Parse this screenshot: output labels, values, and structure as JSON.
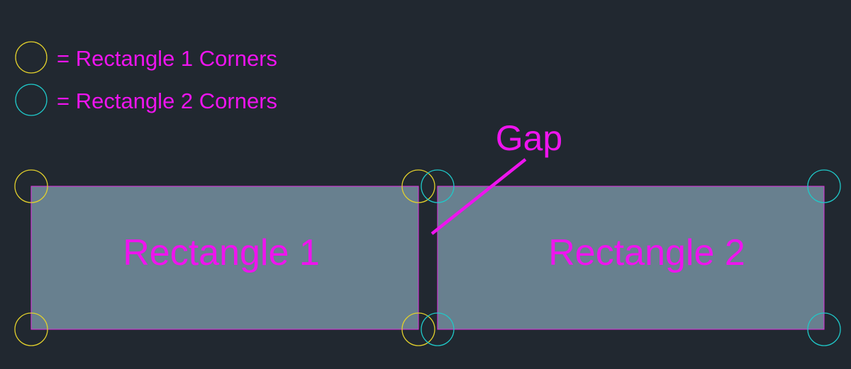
{
  "legend": {
    "items": [
      {
        "label": "= Rectangle 1 Corners",
        "color": "#e2d02c"
      },
      {
        "label": "= Rectangle 2 Corners",
        "color": "#1fc9c9"
      }
    ]
  },
  "shapes": {
    "rect1": {
      "label": "Rectangle 1"
    },
    "rect2": {
      "label": "Rectangle 2"
    },
    "fill_color": "#68808f",
    "outline_color": "#e030e0"
  },
  "annotation": {
    "gap_label": "Gap"
  },
  "colors": {
    "background": "#212830",
    "text": "#ee14ee",
    "rect1_corner": "#e2d02c",
    "rect2_corner": "#1fc9c9"
  }
}
